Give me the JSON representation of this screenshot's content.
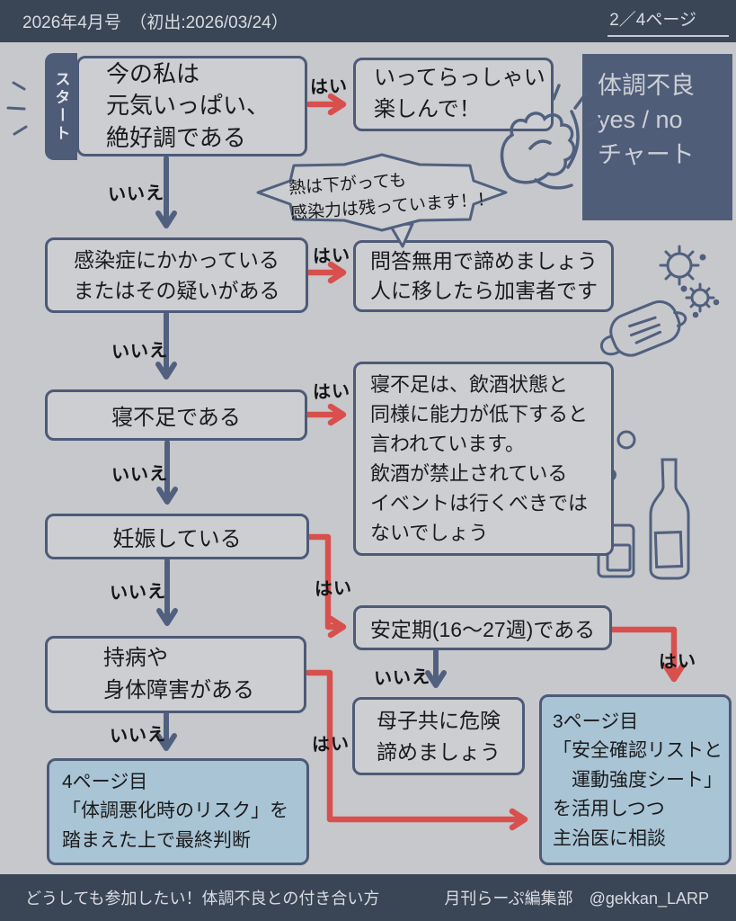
{
  "header": {
    "issue": "2026年4月号　（初出:2026/03/24）",
    "page_num": "2／4ページ"
  },
  "title_box": "体調不良\nyes / no\nチャート",
  "start_tab": "スタート",
  "labels": {
    "yes": "はい",
    "no": "いいえ"
  },
  "bubble": "熱は下がっても\n感染力は残っています！！",
  "nodes": {
    "q_start": "今の私は\n元気いっぱい、\n絶好調である",
    "r_go": "いってらっしゃい\n楽しんで！",
    "q_infection": "感染症にかかっている\nまたはその疑いがある",
    "r_refuse": "問答無用で諦めましょう\n人に移したら加害者です",
    "q_sleep": "寝不足である",
    "r_sleep": "寝不足は、飲酒状態と\n同様に能力が低下すると\n言われています。\n飲酒が禁止されている\nイベントは行くべきでは\nないでしょう",
    "q_pregnant": "妊娠している",
    "q_stable": "安定期(16〜27週)である",
    "r_danger": "母子共に危険\n諦めましょう",
    "q_chronic": "持病や\n身体障害がある",
    "r_page4": "4ページ目\n「体調悪化時のリスク」を\n踏まえた上で最終判断",
    "r_page3": "3ページ目\n「安全確認リストと\n　運動強度シート」\nを活用しつつ\n主治医に相談"
  },
  "footer": {
    "title": "どうしても参加したい！体調不良との付き合い方",
    "credit": "月刊らーぷ編集部　@gekkan_LARP"
  },
  "colors": {
    "accent_red": "#d8504e",
    "bar_navy": "#3a4656",
    "line_slate": "#51607f",
    "box_border": "#4d5a78",
    "highlight_blue": "#a9c4d4",
    "background": "#c7c8cb"
  }
}
